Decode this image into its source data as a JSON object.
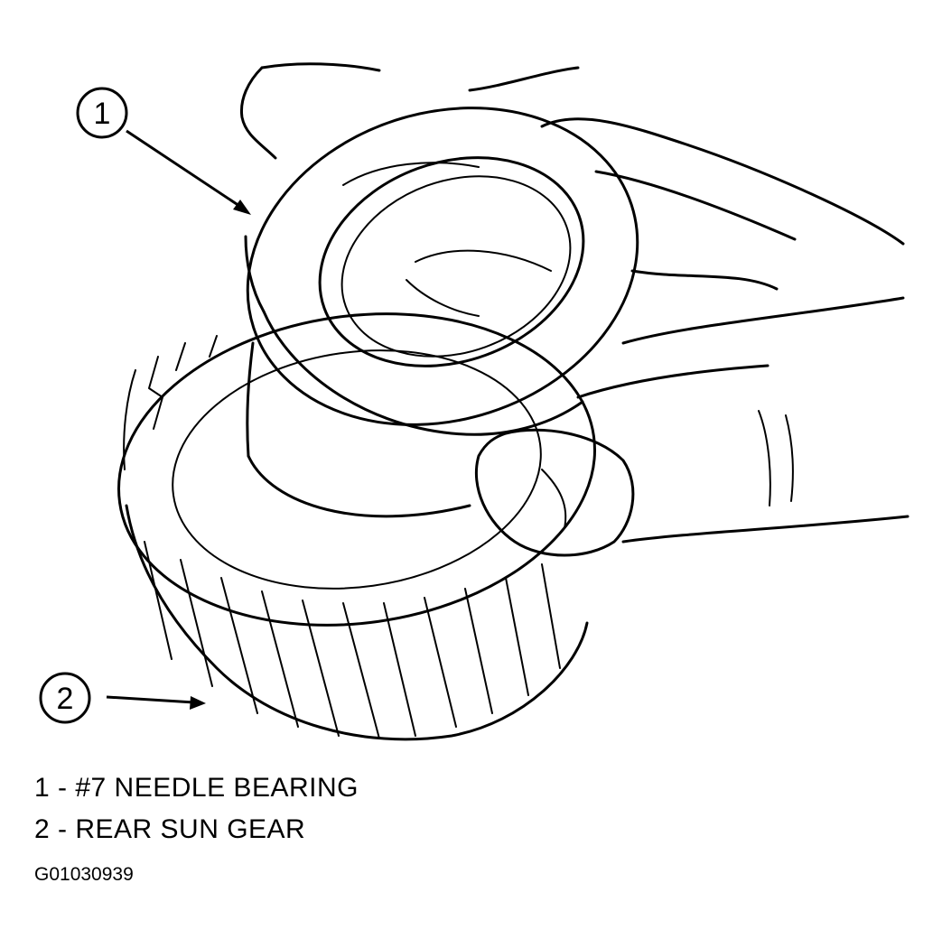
{
  "callouts": [
    {
      "number": "1"
    },
    {
      "number": "2"
    }
  ],
  "legend": [
    {
      "text": "1 - #7 NEEDLE BEARING"
    },
    {
      "text": "2 - REAR SUN GEAR"
    }
  ],
  "figure_id": "G01030939",
  "colors": {
    "ink": "#000000",
    "paper": "#ffffff"
  }
}
